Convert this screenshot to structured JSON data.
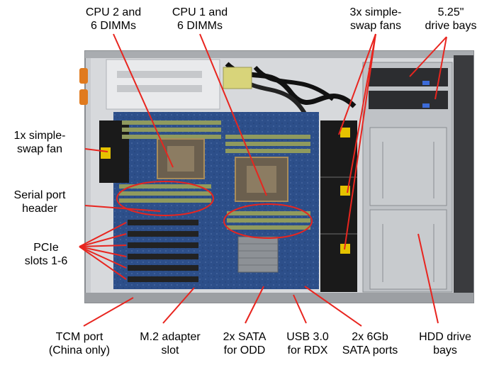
{
  "labels": {
    "cpu2": {
      "line1": "CPU 2 and",
      "line2": "6 DIMMs"
    },
    "cpu1": {
      "line1": "CPU 1 and",
      "line2": "6 DIMMs"
    },
    "fans3": {
      "line1": "3x simple-",
      "line2": "swap fans"
    },
    "bays525": {
      "line1": "5.25\"",
      "line2": "drive bays"
    },
    "fan1": {
      "line1": "1x simple-",
      "line2": "swap fan"
    },
    "serial": {
      "line1": "Serial port",
      "line2": "header"
    },
    "pcie": {
      "line1": "PCIe",
      "line2": "slots 1-6"
    },
    "tcm": {
      "line1": "TCM port",
      "line2": "(China only)"
    },
    "m2": {
      "line1": "M.2 adapter",
      "line2": "slot"
    },
    "sata_odd": {
      "line1": "2x SATA",
      "line2": "for ODD"
    },
    "usb": {
      "line1": "USB 3.0",
      "line2": "for RDX"
    },
    "sata6": {
      "line1": "2x 6Gb",
      "line2": "SATA ports"
    },
    "hdd": {
      "line1": "HDD drive",
      "line2": "bays"
    }
  },
  "colors": {
    "callout": "#e8251f",
    "chassis": "#b9bcc0",
    "board": "#2d4f8a",
    "dimm": "#8f9a5e",
    "fan": "#1a1a1a",
    "fan_label": "#e5c200"
  }
}
